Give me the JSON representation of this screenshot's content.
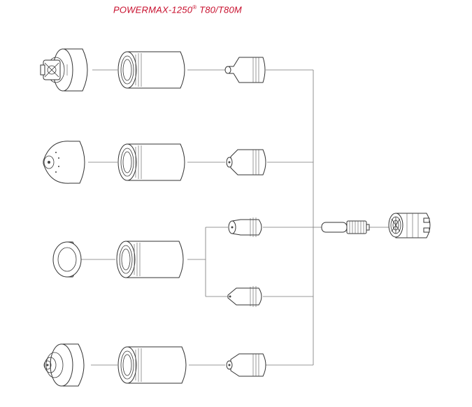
{
  "title": {
    "text_main": "POWERMAX-1250",
    "text_reg": "®",
    "text_model": "T80/T80M",
    "color": "#c8102e"
  },
  "diagram": {
    "rows": [
      {
        "shield": "shield-mechanized",
        "cup": "retaining-cup",
        "nozzles": [
          "nozzle"
        ]
      },
      {
        "shield": "shield-dome",
        "cup": "retaining-cup",
        "nozzles": [
          "nozzle"
        ]
      },
      {
        "shield": "deflector",
        "cup": "retaining-cup",
        "nozzles": [
          "nozzle-a",
          "nozzle-b"
        ]
      },
      {
        "shield": "shield-drag",
        "cup": "retaining-cup",
        "nozzles": [
          "nozzle"
        ]
      }
    ],
    "common": [
      "electrode",
      "swirl-ring"
    ]
  }
}
